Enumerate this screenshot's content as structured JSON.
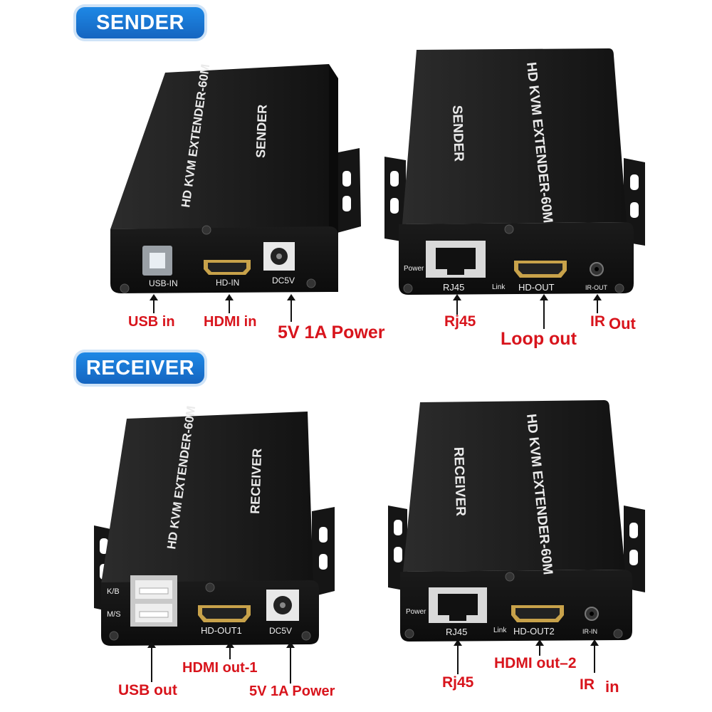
{
  "sections": {
    "sender_badge": "SENDER",
    "receiver_badge": "RECEIVER"
  },
  "devices": {
    "model": "HD KVM EXTENDER-60M",
    "sender_name": "SENDER",
    "receiver_name": "RECEIVER"
  },
  "ports": {
    "usb_in": "USB-IN",
    "hd_in": "HD-IN",
    "dc5v": "DC5V",
    "power": "Power",
    "rj45": "RJ45",
    "link": "Link",
    "hd_out": "HD-OUT",
    "ir_out": "IR-OUT",
    "kb": "K/B",
    "ms": "M/S",
    "hd_out1": "HD-OUT1",
    "hd_out2": "HD-OUT2",
    "ir_in": "IR-IN"
  },
  "callouts": {
    "usb_in": "USB in",
    "hdmi_in": "HDMI in",
    "power_5v": "5V 1A Power",
    "rj45": "Rj45",
    "loop_out": "Loop out",
    "ir": "IR",
    "out": "Out",
    "hdmi_out1": "HDMI out-1",
    "usb_out": "USB out",
    "hdmi_out2": "HDMI out–2",
    "in": "in"
  },
  "colors": {
    "badge_blue": "#1e78d8",
    "callout_red": "#d8141c",
    "device_black": "#1a1a1a"
  }
}
